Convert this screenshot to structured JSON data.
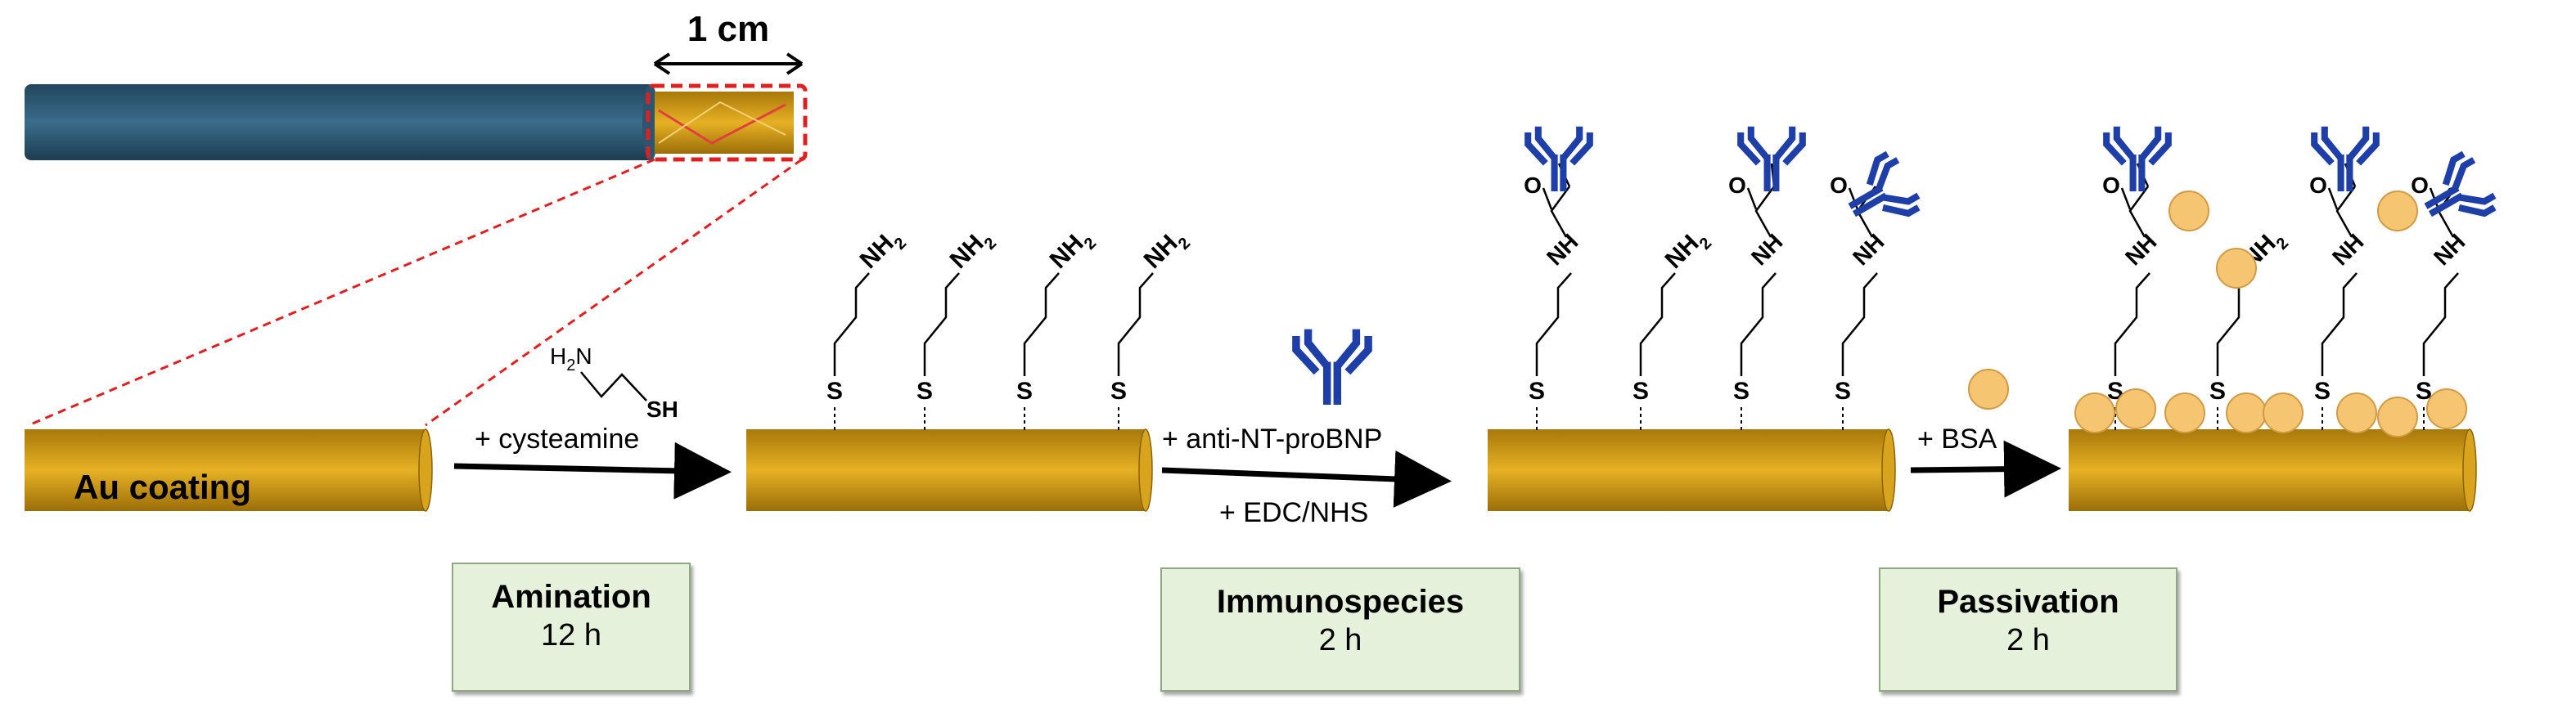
{
  "scale_label": "1 cm",
  "au_coating_label": "Au coating",
  "reagents": {
    "amination_reagent": "+ cysteamine",
    "antibody_reagent": "+ anti-NT-proBNP",
    "coupling_reagent": "+ EDC/NHS",
    "passivation_reagent": "+ BSA"
  },
  "molecule_labels": {
    "amine": "NH",
    "h2n": "H",
    "thiol": "SH",
    "sulfur": "S",
    "oxygen": "O",
    "subscript_2": "2",
    "nitrogen": "N"
  },
  "steps": [
    {
      "title": "Amination",
      "duration": "12 h"
    },
    {
      "title": "Immunospecies",
      "duration": "2 h"
    },
    {
      "title": "Passivation",
      "duration": "2 h"
    }
  ],
  "colors": {
    "fiber": "#2e5a75",
    "gold": "#c8960e",
    "gold_light": "#e8b42a",
    "antibody": "#1f3fa8",
    "bsa": "#f5c572",
    "highlight": "#e02020",
    "step_box": "#e6f1dc"
  }
}
